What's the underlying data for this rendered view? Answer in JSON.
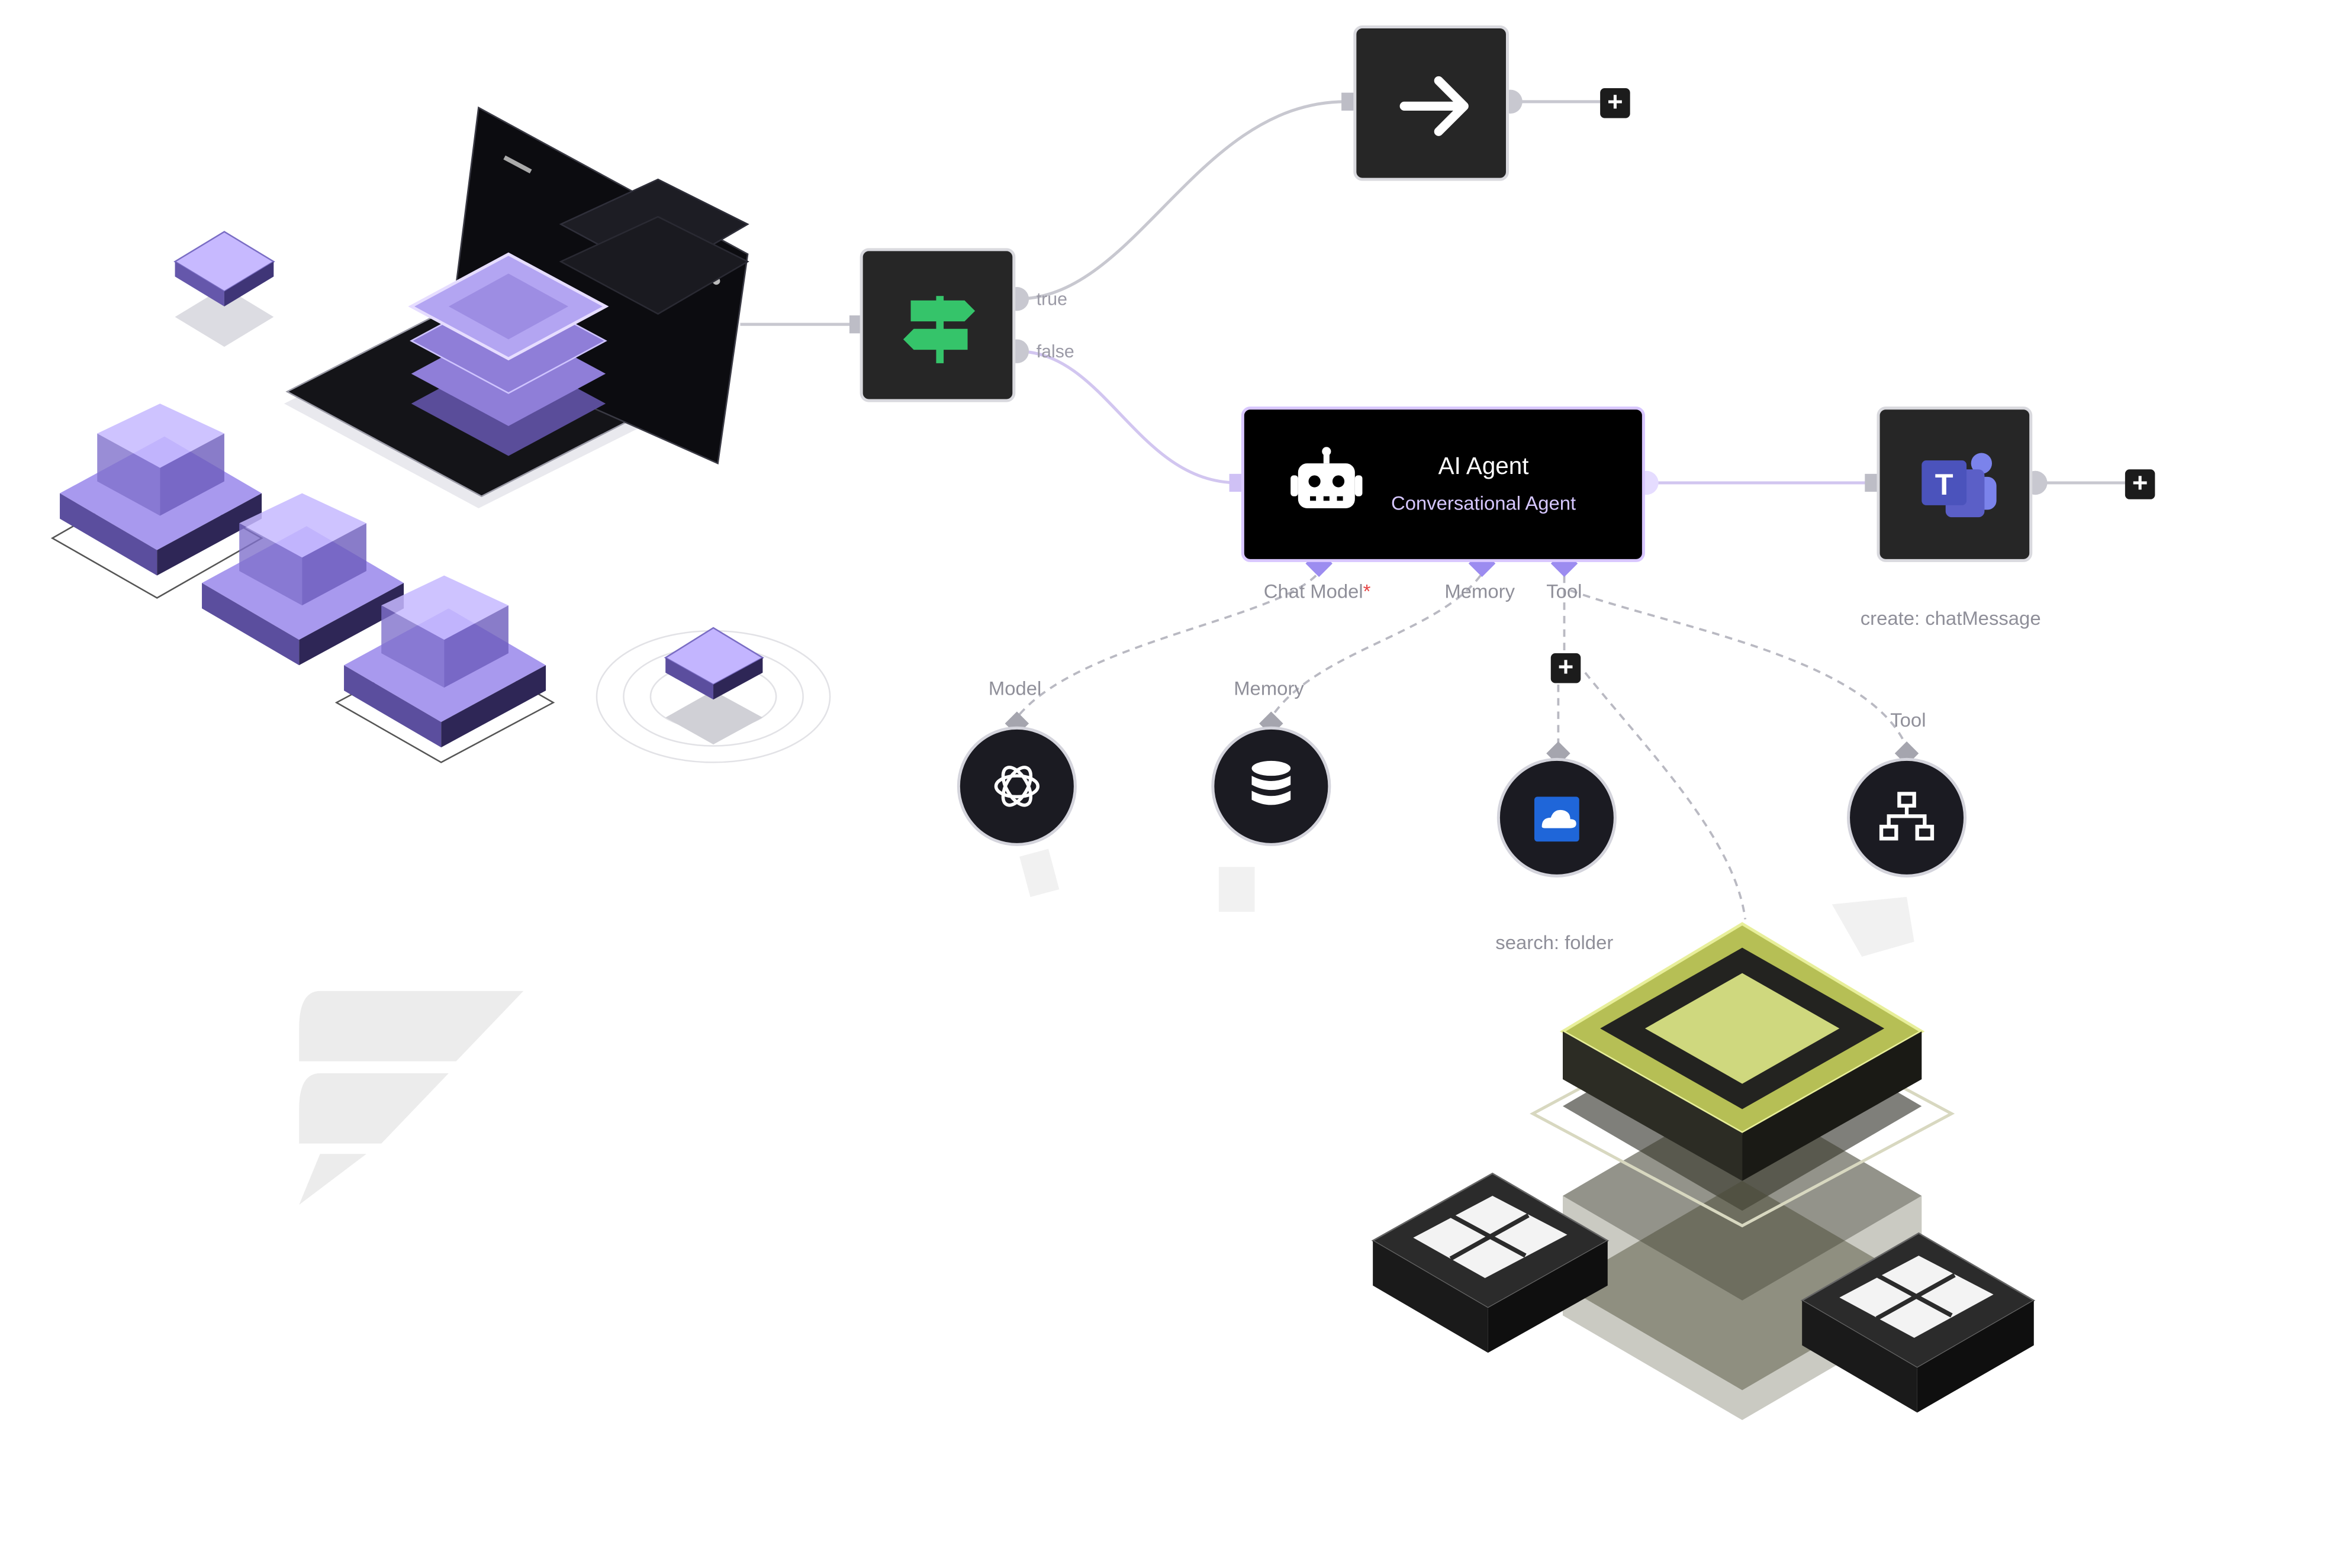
{
  "workflow": {
    "if_node": {
      "true_label": "true",
      "false_label": "false"
    },
    "agent": {
      "title": "AI Agent",
      "subtitle": "Conversational Agent"
    },
    "ports": {
      "chat_model": "Chat Model",
      "chat_model_required": "*",
      "memory": "Memory",
      "tool": "Tool"
    },
    "subnodes": {
      "model_label": "Model",
      "memory_label": "Memory",
      "tool_label": "Tool",
      "onedrive_caption": "search: folder"
    },
    "teams_caption": "create: chatMessage",
    "add_symbol": "+"
  },
  "colors": {
    "node_bg": "#262626",
    "agent_border": "#d8c6ff",
    "accent_purple": "#9c8cf0",
    "if_icon_green": "#35c46a",
    "teams_purple": "#5b5fc7",
    "onedrive_blue": "#1f66d9",
    "lime": "#c9d46a"
  },
  "icons": {
    "if_node": "signpost-icon",
    "noop_node": "arrow-right-icon",
    "agent": "robot-icon",
    "teams": "teams-icon",
    "model": "openai-icon",
    "memory": "database-icon",
    "onedrive": "onedrive-icon",
    "tool": "network-icon"
  }
}
